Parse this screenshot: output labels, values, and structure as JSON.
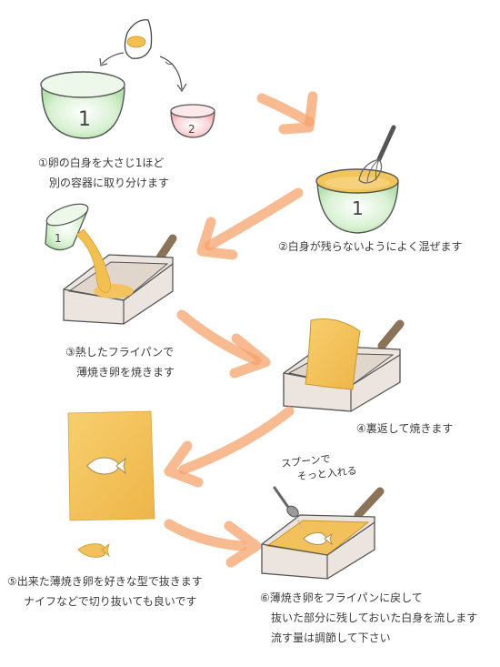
{
  "labels": {
    "bowl1": "1",
    "bowl2": "2",
    "mixbowl": "1",
    "cup": "1"
  },
  "steps": [
    {
      "lines": [
        "①卵の白身を大さじ1ほど",
        "別の容器に取り分けます"
      ]
    },
    {
      "lines": [
        "②白身が残らないようによく混ぜます"
      ]
    },
    {
      "lines": [
        "③熱したフライパンで",
        "薄焼き卵を焼きます"
      ]
    },
    {
      "lines": [
        "④裏返して焼きます"
      ]
    },
    {
      "lines": [
        "⑤出来た薄焼き卵を好きな型で抜きます",
        "ナイフなどで切り抜いても良いです"
      ]
    },
    {
      "lines": [
        "⑥薄焼き卵をフライパンに戻して",
        "抜いた部分に残しておいた白身を流します",
        "流す量は調節して下さい"
      ]
    }
  ],
  "note": {
    "lines": [
      "スプーンで",
      "そっと入れる"
    ]
  },
  "colors": {
    "arrow": "#f6a36c",
    "egg": "#f4c25a",
    "eggSheet": "#f2c15c",
    "greenGlow": "#bde6b4",
    "redGlow": "#f5b5bd",
    "pan": "#e9e2dc",
    "handle": "#8a7358"
  }
}
